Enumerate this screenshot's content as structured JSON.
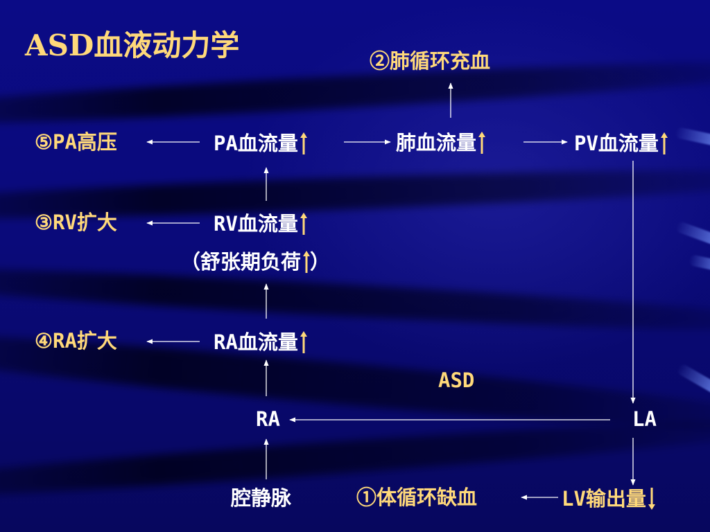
{
  "title": "ASD血液动力学",
  "colors": {
    "background": "#0a0a7a",
    "label_white": "#ffffff",
    "label_yellow": "#ffd97a",
    "arrow_line": "#ffffff",
    "indicator_arrow": "#ffd97a"
  },
  "nodes": {
    "pulmonary_congestion": "②肺循环充血",
    "pa_hypertension": "⑤PA高压",
    "pa_flow": "PA血流量",
    "lung_flow": "肺血流量",
    "pv_flow": "PV血流量",
    "rv_enlarge": "③RV扩大",
    "rv_flow": "RV血流量",
    "diastolic_load_open": "（舒张期负荷",
    "diastolic_load_close": "）",
    "ra_enlarge": "④RA扩大",
    "ra_flow": "RA血流量",
    "asd": "ASD",
    "ra": "RA",
    "la": "LA",
    "vena_cava": "腔静脉",
    "systemic_ischemia": "①体循环缺血",
    "lv_output": "LV输出量"
  },
  "indicators": {
    "pa_flow": "up-arrow-icon",
    "lung_flow": "up-arrow-icon",
    "pv_flow": "up-arrow-icon",
    "rv_flow": "up-arrow-icon",
    "diastolic_load": "up-arrow-icon",
    "ra_flow": "up-arrow-icon",
    "lv_output": "down-arrow-icon"
  }
}
